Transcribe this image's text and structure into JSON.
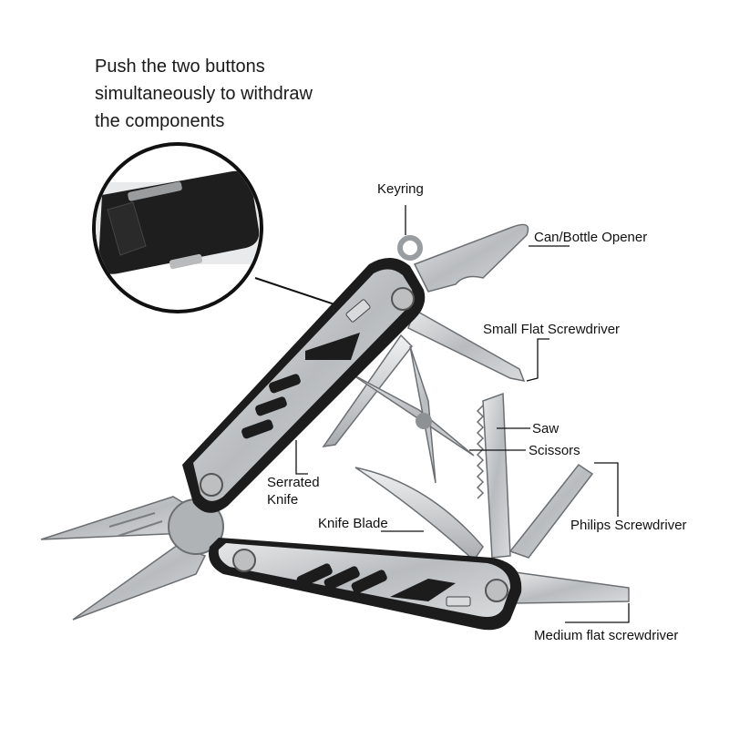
{
  "instruction": {
    "line1": "Push the two buttons",
    "line2": "simultaneously to withdraw",
    "line3": "the components"
  },
  "labels": {
    "keyring": "Keyring",
    "can_bottle_opener": "Can/Bottle Opener",
    "small_flat_screwdriver": "Small Flat Screwdriver",
    "saw": "Saw",
    "scissors": "Scissors",
    "serrated_knife_line1": "Serrated",
    "serrated_knife_line2": "Knife",
    "knife_blade": "Knife Blade",
    "philips_screwdriver": "Philips Screwdriver",
    "medium_flat_screwdriver": "Medium flat screwdriver"
  },
  "colors": {
    "background": "#ffffff",
    "steel": "#c9cbcd",
    "steel_dark": "#8e9194",
    "handle_black": "#1c1c1c",
    "text": "#111111"
  }
}
